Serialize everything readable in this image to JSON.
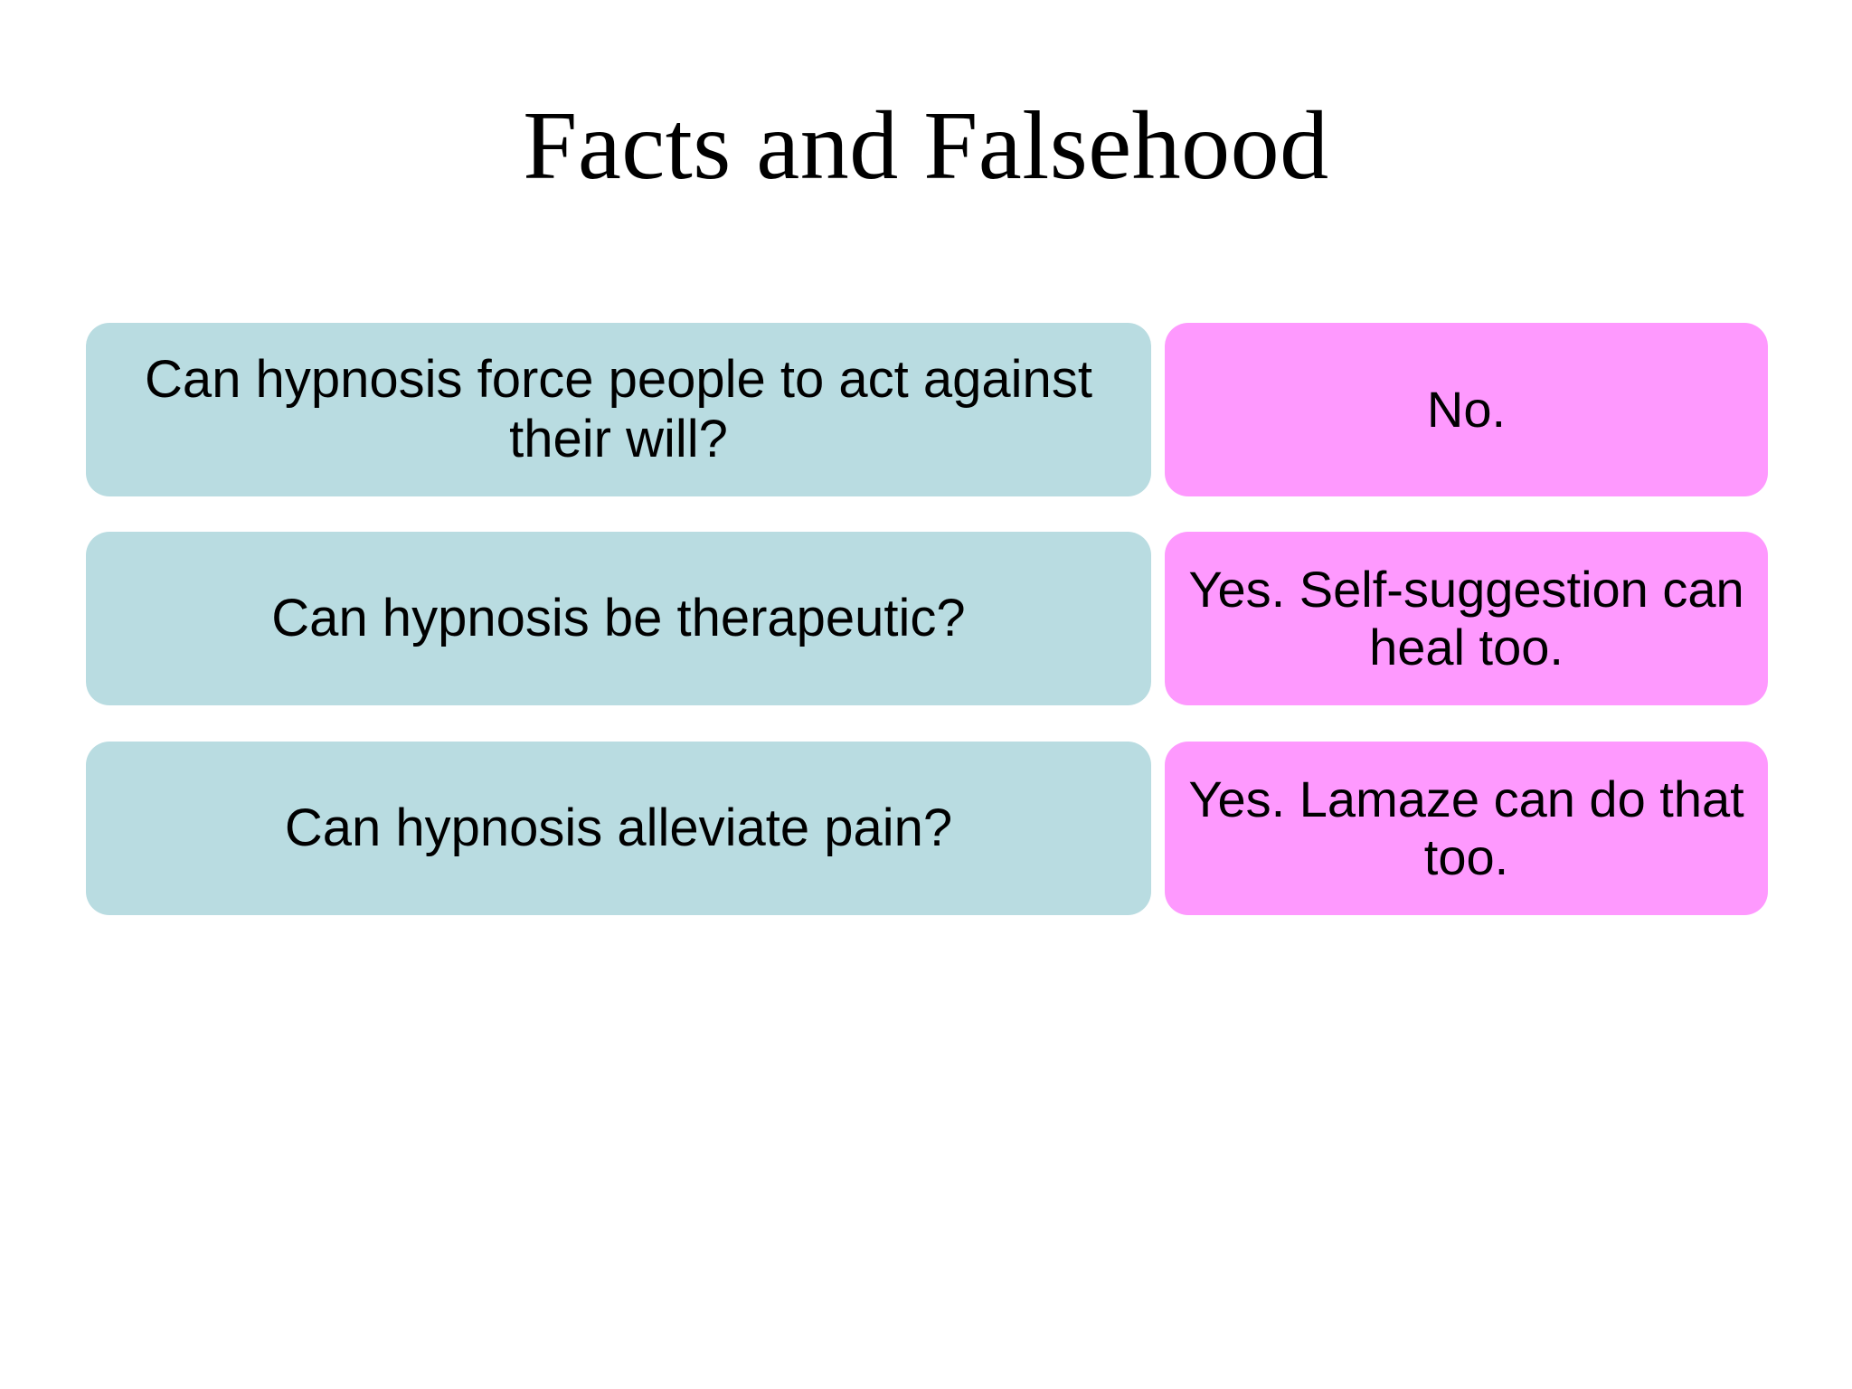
{
  "slide": {
    "title": "Facts and Falsehood",
    "background_color": "#ffffff",
    "title_color": "#000000"
  },
  "colors": {
    "question_box": "#b9dce1",
    "answer_box": "#fe99fe",
    "text": "#000000"
  },
  "rows": [
    {
      "question": "Can hypnosis force people to act against their will?",
      "answer": "No."
    },
    {
      "question": "Can hypnosis be therapeutic?",
      "answer": "Yes. Self-suggestion can heal too."
    },
    {
      "question": "Can hypnosis alleviate pain?",
      "answer": "Yes. Lamaze can do that too."
    }
  ]
}
